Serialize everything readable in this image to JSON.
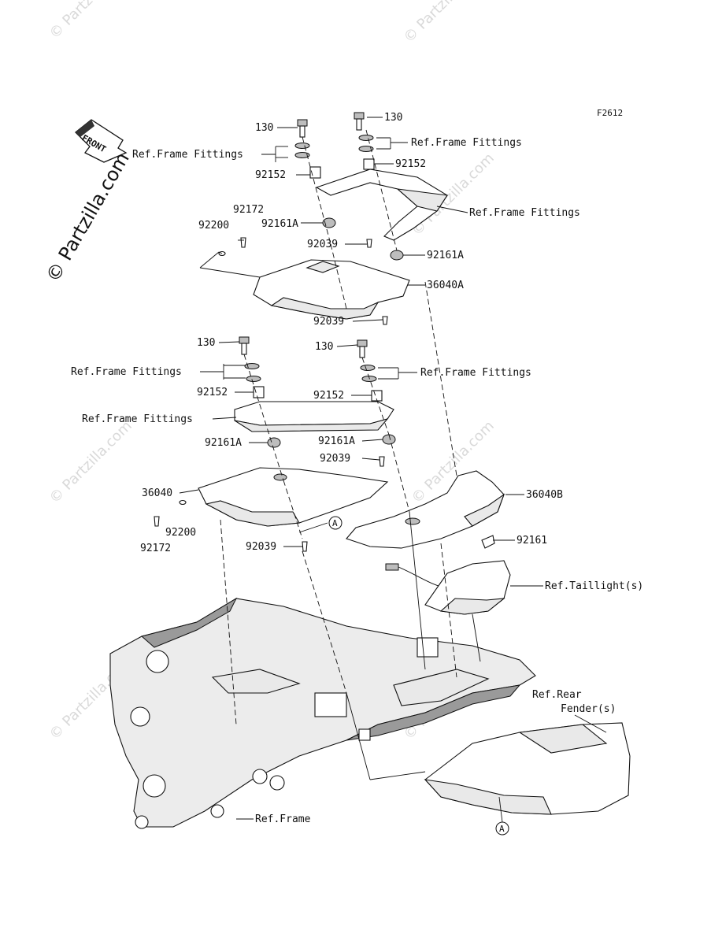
{
  "figure_code": "F2612",
  "copyright": "© Partzilla.com",
  "watermark": "© Partzilla.com",
  "front_arrow": "FRONT",
  "callout_a": "A",
  "labels": {
    "p130_a": "130",
    "p130_b": "130",
    "p130_c": "130",
    "p130_d": "130",
    "ref_frame_fittings_1": "Ref.Frame Fittings",
    "ref_frame_fittings_2": "Ref.Frame Fittings",
    "ref_frame_fittings_3": "Ref.Frame Fittings",
    "ref_frame_fittings_4": "Ref.Frame Fittings",
    "ref_frame_fittings_5": "Ref.Frame Fittings",
    "ref_frame_fittings_6": "Ref.Frame Fittings",
    "p92152_a": "92152",
    "p92152_b": "92152",
    "p92152_c": "92152",
    "p92152_d": "92152",
    "p92172_a": "92172",
    "p92172_b": "92172",
    "p92200_a": "92200",
    "p92200_b": "92200",
    "p92161A_a": "92161A",
    "p92161A_b": "92161A",
    "p92161A_c": "92161A",
    "p92161A_d": "92161A",
    "p92039_a": "92039",
    "p92039_b": "92039",
    "p92039_c": "92039",
    "p92039_d": "92039",
    "p36040A": "36040A",
    "p36040": "36040",
    "p36040B": "36040B",
    "p92161": "92161",
    "ref_taillight": "Ref.Taillight(s)",
    "ref_rear_1": "Ref.Rear",
    "ref_rear_2": "Fender(s)",
    "ref_frame": "Ref.Frame"
  }
}
